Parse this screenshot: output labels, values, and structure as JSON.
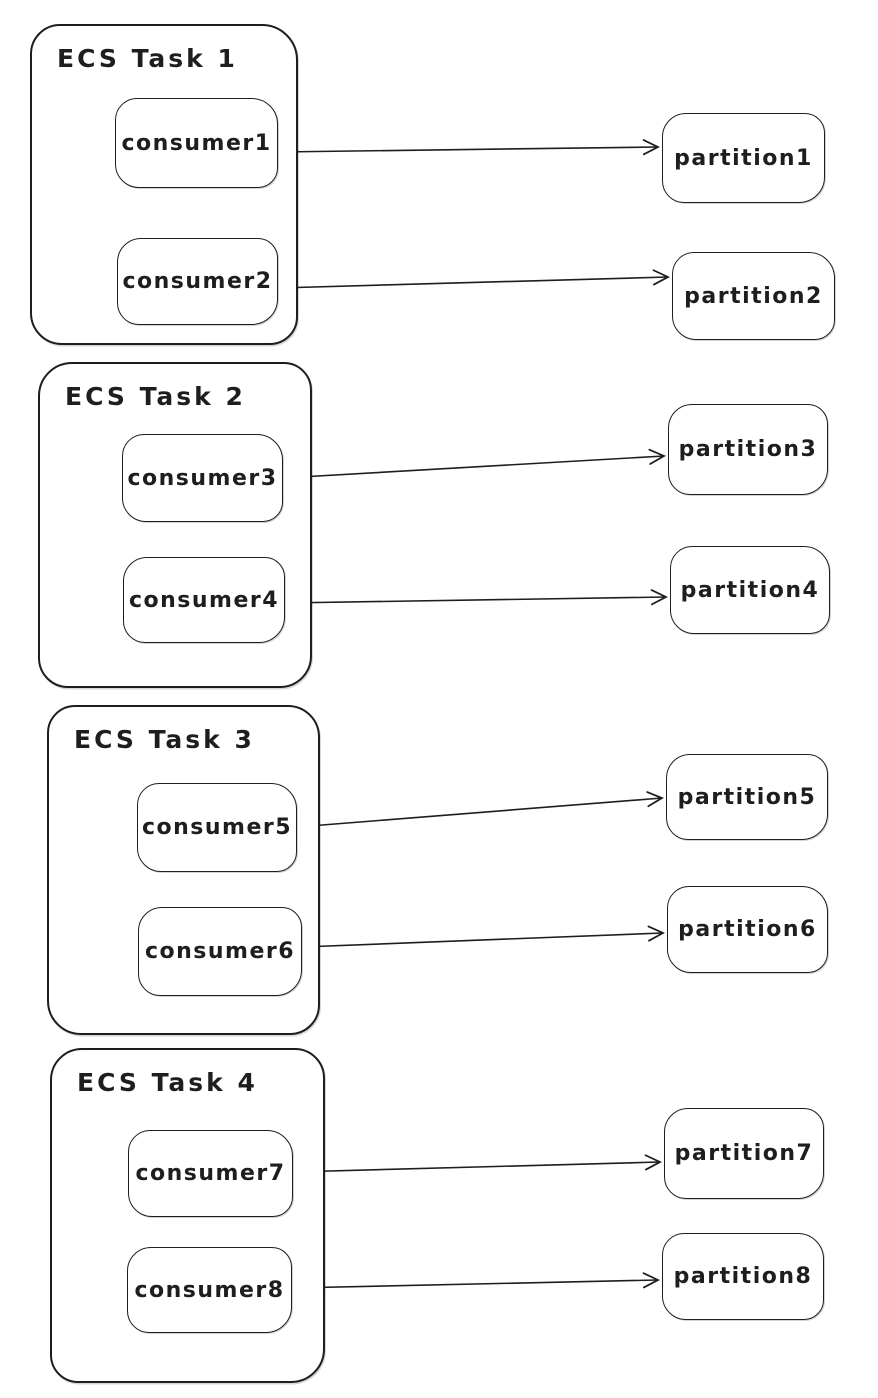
{
  "diagram": {
    "colors": {
      "stroke": "#1e1e1e",
      "background": "#ffffff"
    },
    "tasks": [
      {
        "label": "ECS Task 1",
        "consumers": [
          {
            "id": "consumer1",
            "label": "consumer1"
          },
          {
            "id": "consumer2",
            "label": "consumer2"
          }
        ]
      },
      {
        "label": "ECS Task 2",
        "consumers": [
          {
            "id": "consumer3",
            "label": "consumer3"
          },
          {
            "id": "consumer4",
            "label": "consumer4"
          }
        ]
      },
      {
        "label": "ECS Task 3",
        "consumers": [
          {
            "id": "consumer5",
            "label": "consumer5"
          },
          {
            "id": "consumer6",
            "label": "consumer6"
          }
        ]
      },
      {
        "label": "ECS Task 4",
        "consumers": [
          {
            "id": "consumer7",
            "label": "consumer7"
          },
          {
            "id": "consumer8",
            "label": "consumer8"
          }
        ]
      }
    ],
    "partitions": [
      {
        "id": "partition1",
        "label": "partition1"
      },
      {
        "id": "partition2",
        "label": "partition2"
      },
      {
        "id": "partition3",
        "label": "partition3"
      },
      {
        "id": "partition4",
        "label": "partition4"
      },
      {
        "id": "partition5",
        "label": "partition5"
      },
      {
        "id": "partition6",
        "label": "partition6"
      },
      {
        "id": "partition7",
        "label": "partition7"
      },
      {
        "id": "partition8",
        "label": "partition8"
      }
    ],
    "edges": [
      {
        "from": "consumer1",
        "to": "partition1"
      },
      {
        "from": "consumer2",
        "to": "partition2"
      },
      {
        "from": "consumer3",
        "to": "partition3"
      },
      {
        "from": "consumer4",
        "to": "partition4"
      },
      {
        "from": "consumer5",
        "to": "partition5"
      },
      {
        "from": "consumer6",
        "to": "partition6"
      },
      {
        "from": "consumer7",
        "to": "partition7"
      },
      {
        "from": "consumer8",
        "to": "partition8"
      }
    ]
  }
}
